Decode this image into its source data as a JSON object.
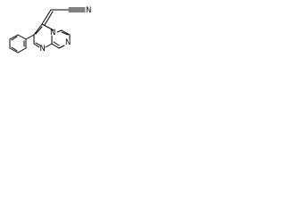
{
  "molecule": {
    "atoms": {
      "n_pyrimidine": "N",
      "n_bridgehead": "N",
      "n_pyrazine": "N",
      "n_nitrile": "N"
    }
  }
}
